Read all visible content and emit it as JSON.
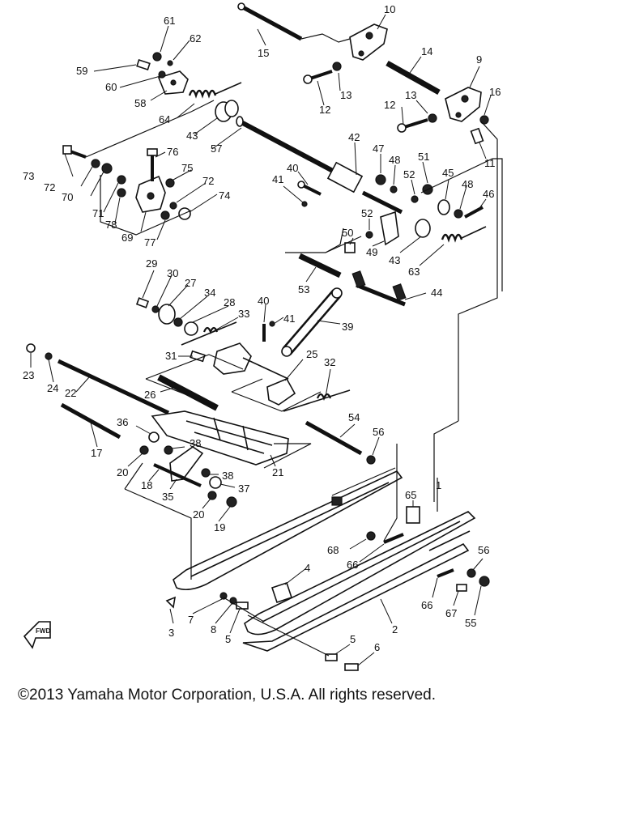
{
  "copyright": "©2013 Yamaha Motor Corporation, U.S.A. All rights reserved.",
  "front_marker": "FWD",
  "callouts": {
    "c1": "1",
    "c2": "2",
    "c3": "3",
    "c4": "4",
    "c5a": "5",
    "c5b": "5",
    "c6": "6",
    "c7": "7",
    "c8": "8",
    "c9": "9",
    "c10": "10",
    "c11": "11",
    "c12a": "12",
    "c12b": "12",
    "c13a": "13",
    "c13b": "13",
    "c14": "14",
    "c15": "15",
    "c16": "16",
    "c17": "17",
    "c18": "18",
    "c19": "19",
    "c20a": "20",
    "c20b": "20",
    "c21": "21",
    "c22": "22",
    "c23": "23",
    "c24": "24",
    "c25": "25",
    "c26": "26",
    "c27": "27",
    "c28": "28",
    "c29": "29",
    "c30": "30",
    "c31": "31",
    "c32": "32",
    "c33": "33",
    "c34": "34",
    "c35": "35",
    "c36": "36",
    "c37": "37",
    "c38a": "38",
    "c38b": "38",
    "c39": "39",
    "c40a": "40",
    "c40b": "40",
    "c41a": "41",
    "c41b": "41",
    "c42": "42",
    "c43a": "43",
    "c43b": "43",
    "c44": "44",
    "c45": "45",
    "c46": "46",
    "c47": "47",
    "c48a": "48",
    "c48b": "48",
    "c49": "49",
    "c50": "50",
    "c51": "51",
    "c52a": "52",
    "c52b": "52",
    "c53": "53",
    "c54": "54",
    "c55": "55",
    "c56a": "56",
    "c56b": "56",
    "c57": "57",
    "c58": "58",
    "c59": "59",
    "c60": "60",
    "c61": "61",
    "c62": "62",
    "c63": "63",
    "c64": "64",
    "c65": "65",
    "c66a": "66",
    "c66b": "66",
    "c67": "67",
    "c68": "68",
    "c69": "69",
    "c70": "70",
    "c71": "71",
    "c72a": "72",
    "c72b": "72",
    "c73": "73",
    "c74": "74",
    "c75": "75",
    "c76": "76",
    "c77": "77",
    "c78": "78"
  }
}
